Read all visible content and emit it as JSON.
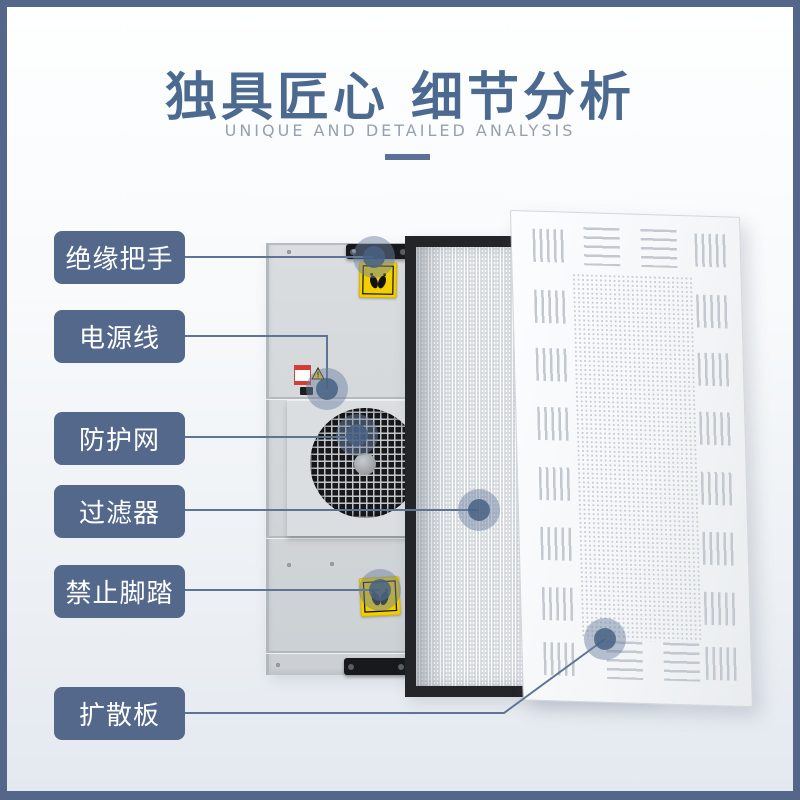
{
  "header": {
    "title": "独具匠心 细节分析",
    "subtitle": "UNIQUE AND DETAILED ANALYSIS"
  },
  "callouts": [
    {
      "label": "绝缘把手"
    },
    {
      "label": "电源线"
    },
    {
      "label": "防护网"
    },
    {
      "label": "过滤器"
    },
    {
      "label": "禁止脚踏"
    },
    {
      "label": "扩散板"
    }
  ],
  "colors": {
    "frame_border": "#54678a",
    "label_background": "#54688c",
    "callout_line": "#5d7494",
    "title_text": "#4c6990",
    "subtitle_text": "#98a1ab",
    "warning_sticker_yellow": "#f2cf00",
    "background_bottom": "#e4e9f0"
  }
}
